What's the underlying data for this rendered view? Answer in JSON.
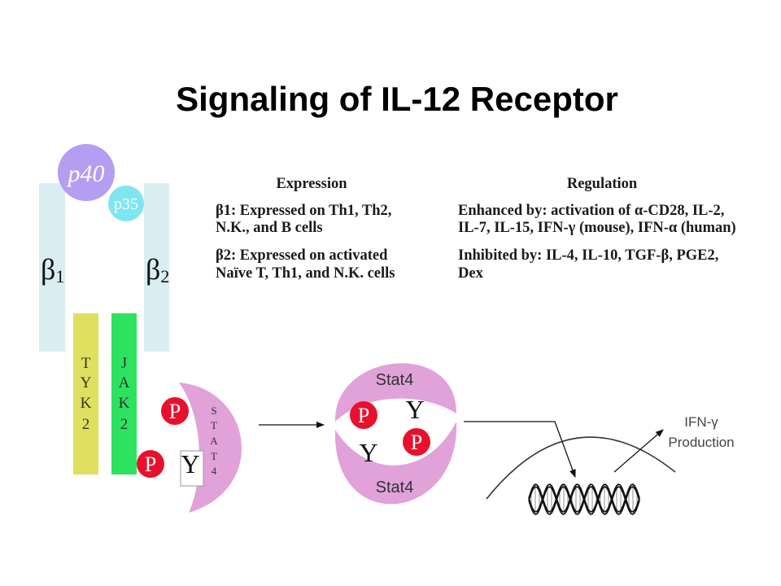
{
  "title": "Signaling of IL-12 Receptor",
  "colors": {
    "beta_chain": "#d9eef1",
    "p40": "#b39ef1",
    "p35": "#7fe6f0",
    "tyk2": "#dfe05f",
    "jak2": "#2de25e",
    "stat4": "#e0a2d9",
    "phosphate": "#e8112d"
  },
  "receptor": {
    "beta1": {
      "symbol": "β",
      "index": "1"
    },
    "beta2": {
      "symbol": "β",
      "index": "2"
    },
    "p40": "p40",
    "p35": "p35",
    "tyk2": [
      "T",
      "Y",
      "K",
      "2"
    ],
    "jak2": [
      "J",
      "A",
      "K",
      "2"
    ],
    "stat4": [
      "S",
      "T",
      "A",
      "T",
      "4"
    ],
    "phospho_labels": [
      "P",
      "P"
    ],
    "tyrosine": "Y"
  },
  "expression": {
    "header": "Expression",
    "lines": [
      "β1: Expressed on Th1, Th2,",
      "N.K., and B cells",
      "β2: Expressed on activated",
      "Naïve T, Th1, and N.K. cells"
    ]
  },
  "regulation": {
    "header": "Regulation",
    "lines": [
      "Enhanced by: activation of α-CD28, IL-2,",
      "IL-7, IL-15, IFN-γ (mouse), IFN-α (human)",
      "Inhibited by: IL-4, IL-10, TGF-β, PGE2,",
      "Dex"
    ]
  },
  "dimer": {
    "upper_label": "Stat4",
    "lower_label": "Stat4",
    "phospho_labels": [
      "P",
      "P"
    ],
    "tyrosine_labels": [
      "Y",
      "Y"
    ]
  },
  "output": {
    "line1": "IFN-γ",
    "line2": "Production"
  }
}
